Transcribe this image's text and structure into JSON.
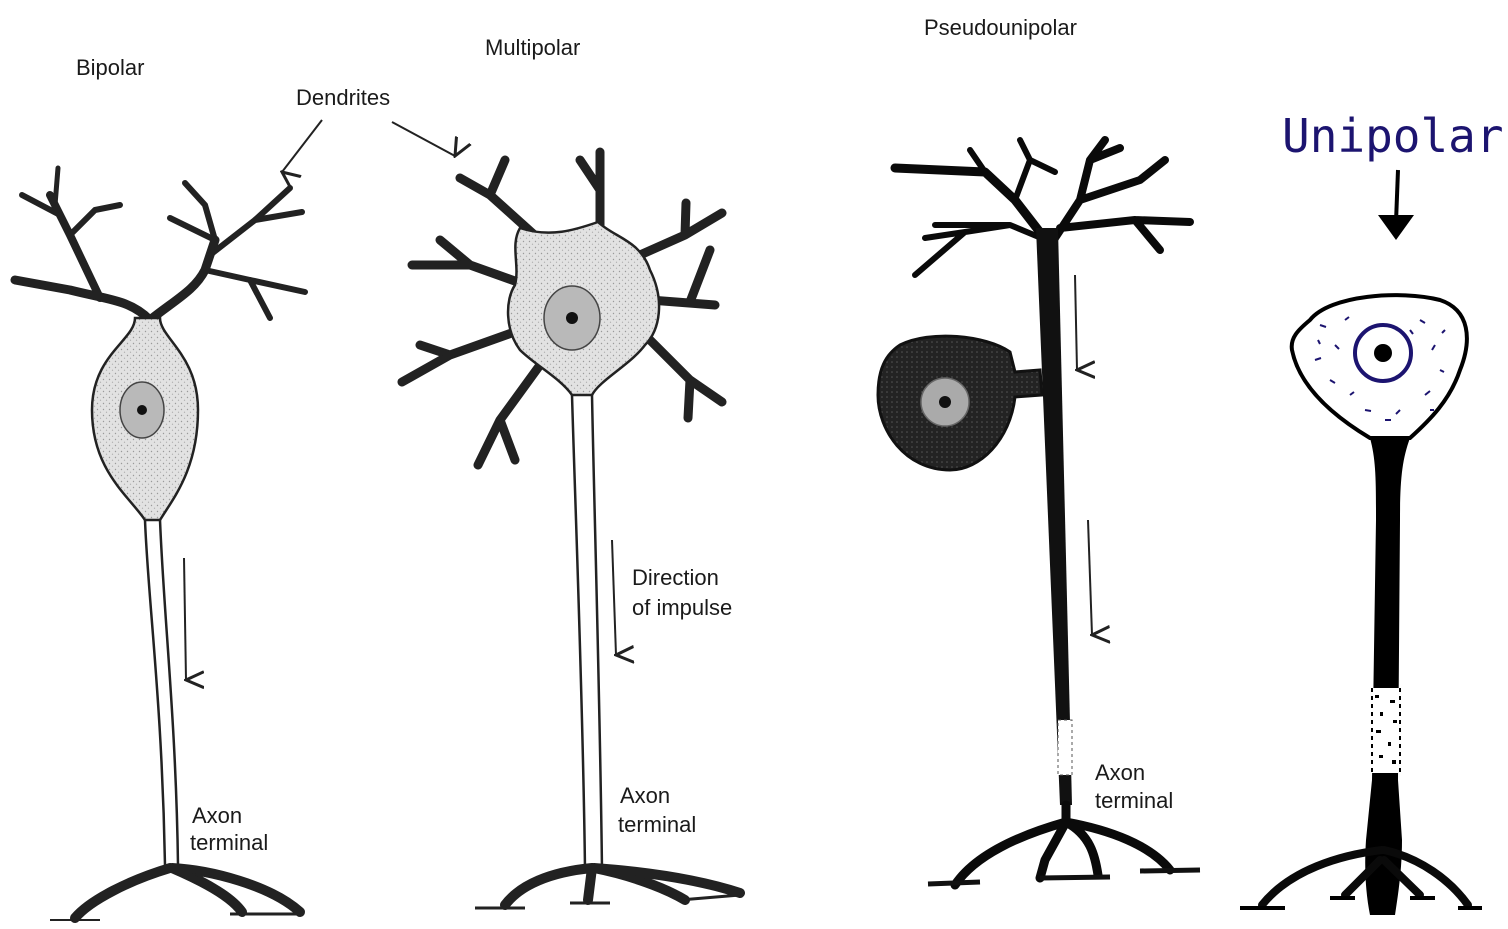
{
  "labels": {
    "bipolar": "Bipolar",
    "multipolar": "Multipolar",
    "pseudounipolar": "Pseudounipolar",
    "unipolar": "Unipolar",
    "dendrites": "Dendrites",
    "direction_line1": "Direction",
    "direction_line2": "of impulse",
    "axon_terminal_line1": "Axon",
    "axon_terminal_line2": "terminal"
  },
  "colors": {
    "ink": "#1a1a1a",
    "cell_fill": "#e4e4e4",
    "nucleus_fill": "#b9b9b9",
    "dark_cell": "#262626",
    "unipolar_ink": "#1c1470"
  }
}
